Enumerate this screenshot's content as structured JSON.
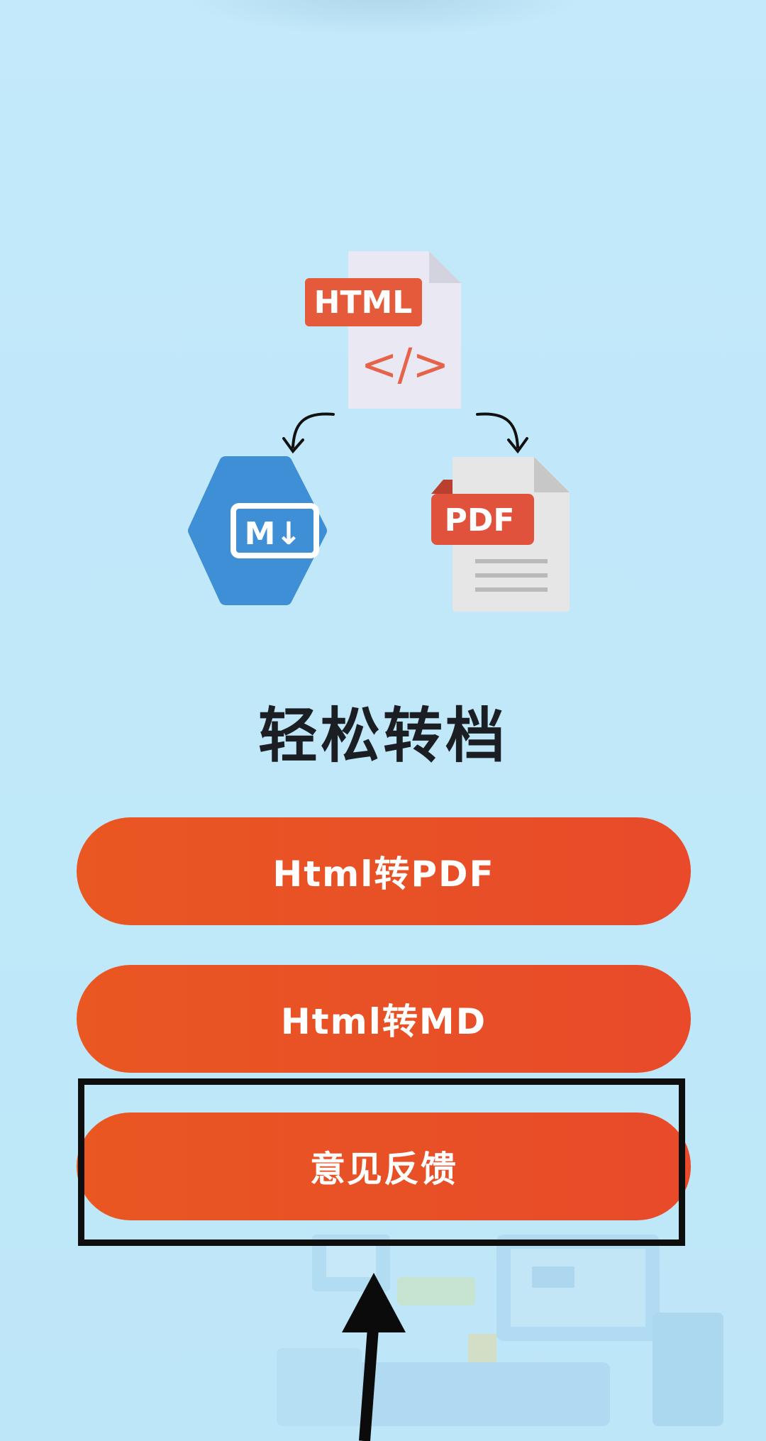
{
  "app": {
    "title": "轻松转档"
  },
  "hero": {
    "html_badge": "HTML",
    "code_glyph": "</>",
    "md_badge": "M↓",
    "pdf_badge": "PDF"
  },
  "buttons": {
    "pdf_label": "Html转PDF",
    "md_label": "Html转MD",
    "feedback_label": "意见反馈"
  },
  "colors": {
    "background": "#bfe8f9",
    "button_start": "#e95722",
    "button_end": "#e84a2a",
    "title": "#1b1f24",
    "html_badge": "#e45a3b",
    "md_hexagon": "#3f8fd6",
    "pdf_badge": "#e1523d"
  },
  "icons": [
    "html-file-icon",
    "markdown-icon",
    "pdf-file-icon",
    "curved-arrow-icon"
  ]
}
